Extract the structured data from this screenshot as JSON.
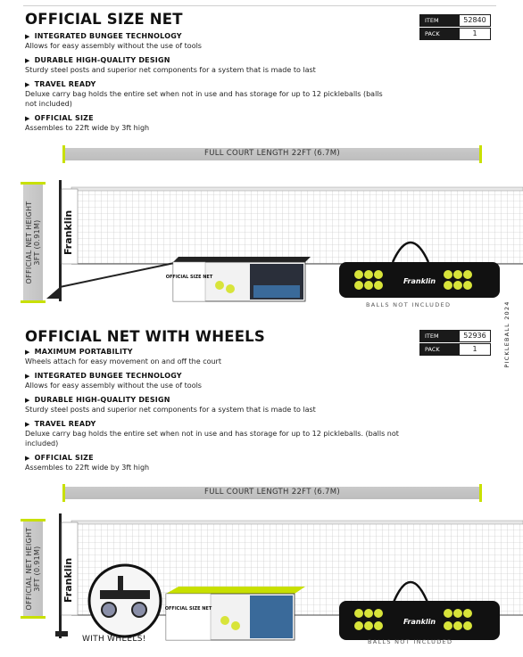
{
  "side_label": "PICKLEBALL 2024",
  "products": [
    {
      "title": "OFFICIAL SIZE NET",
      "specs": [
        {
          "k": "ITEM",
          "v": "52840"
        },
        {
          "k": "PACK",
          "v": "1"
        }
      ],
      "features": [
        {
          "h": "INTEGRATED BUNGEE TECHNOLOGY",
          "d": "Allows for easy assembly without the use of tools"
        },
        {
          "h": "DURABLE HIGH-QUALITY DESIGN",
          "d": "Sturdy steel posts and superior net components for a system that is made to last"
        },
        {
          "h": "TRAVEL READY",
          "d": "Deluxe carry bag holds the entire set when not in use and has storage for up to 12 pickleballs (balls not included)"
        },
        {
          "h": "OFFICIAL SIZE",
          "d": "Assembles to 22ft wide by 3ft high"
        }
      ],
      "length_label": "FULL COURT LENGTH 22FT (6.7M)",
      "height_label_1": "OFFICIAL NET HEIGHT",
      "height_label_2": "3FT (0.91M)",
      "brand": "Franklin",
      "box_label": "OFFICIAL SIZE NET",
      "balls_caption": "BALLS NOT INCLUDED"
    },
    {
      "title": "OFFICIAL NET WITH WHEELS",
      "specs": [
        {
          "k": "ITEM",
          "v": "52936"
        },
        {
          "k": "PACK",
          "v": "1"
        }
      ],
      "features": [
        {
          "h": "MAXIMUM PORTABILITY",
          "d": "Wheels attach for easy movement on and off the court"
        },
        {
          "h": "INTEGRATED BUNGEE TECHNOLOGY",
          "d": "Allows for easy assembly without the use of tools"
        },
        {
          "h": "DURABLE HIGH-QUALITY DESIGN",
          "d": "Sturdy steel posts and superior net components for a system that is made to last"
        },
        {
          "h": "TRAVEL READY",
          "d": "Deluxe carry bag holds the entire set when not in use and has storage for up to 12 pickleballs. (balls not included)"
        },
        {
          "h": "OFFICIAL SIZE",
          "d": "Assembles to 22ft wide by 3ft high"
        }
      ],
      "length_label": "FULL COURT LENGTH 22FT (6.7M)",
      "height_label_1": "OFFICIAL NET HEIGHT",
      "height_label_2": "3FT (0.91M)",
      "brand": "Franklin",
      "box_label": "OFFICIAL SIZE NET",
      "wheels_caption": "WITH WHEELS!",
      "balls_caption": "BALLS NOT INCLUDED"
    }
  ],
  "colors": {
    "accent": "#c8e000",
    "ball": "#d8e43a",
    "dark": "#1a1a1a"
  }
}
